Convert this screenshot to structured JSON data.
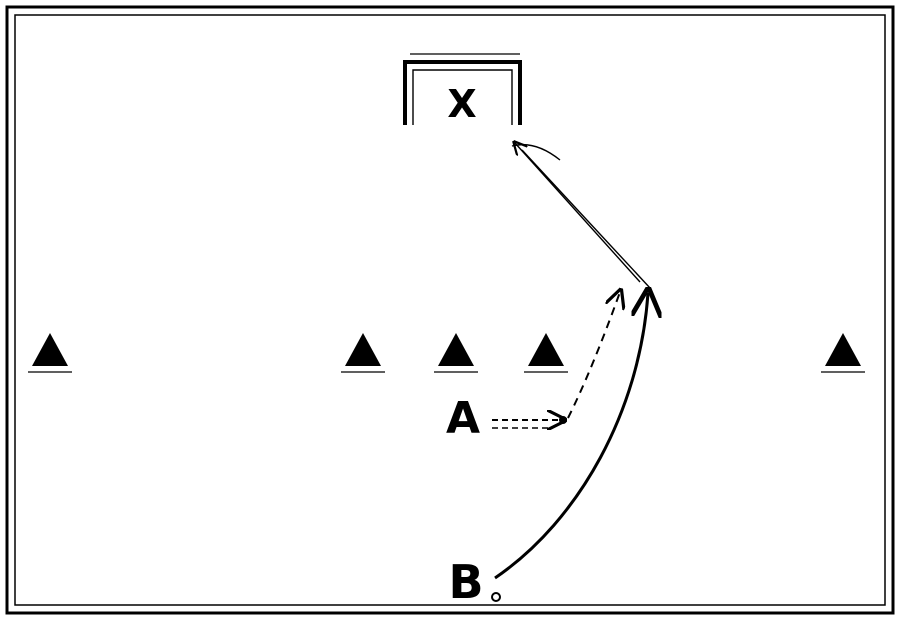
{
  "labels": {
    "goal_marker": "X",
    "player_a": "A",
    "player_b": "B"
  },
  "cones": [
    {
      "name": "cone-far-left"
    },
    {
      "name": "cone-center-left"
    },
    {
      "name": "cone-center"
    },
    {
      "name": "cone-center-right"
    },
    {
      "name": "cone-far-right"
    }
  ],
  "colors": {
    "ink": "#000000",
    "background": "#ffffff"
  }
}
